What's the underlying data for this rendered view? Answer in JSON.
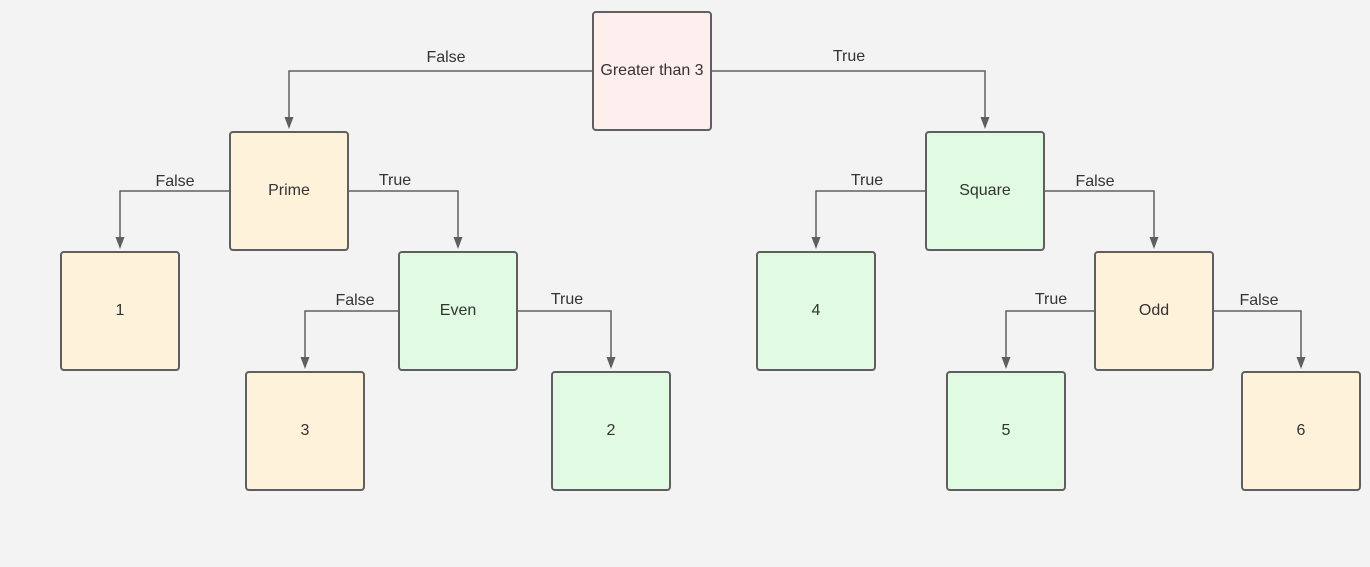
{
  "colors": {
    "pink": "#ffeeee",
    "cream": "#fff2db",
    "green": "#e1fae2",
    "stroke": "#5f5f5f"
  },
  "nodes": {
    "root": {
      "label": "Greater than 3",
      "color": "pink"
    },
    "prime": {
      "label": "Prime",
      "color": "cream"
    },
    "square": {
      "label": "Square",
      "color": "green"
    },
    "one": {
      "label": "1",
      "color": "cream"
    },
    "even": {
      "label": "Even",
      "color": "green"
    },
    "three": {
      "label": "3",
      "color": "cream"
    },
    "two": {
      "label": "2",
      "color": "green"
    },
    "four": {
      "label": "4",
      "color": "green"
    },
    "odd": {
      "label": "Odd",
      "color": "cream"
    },
    "five": {
      "label": "5",
      "color": "green"
    },
    "six": {
      "label": "6",
      "color": "cream"
    }
  },
  "edges": {
    "root_prime": {
      "from": "root",
      "to": "prime",
      "label": "False"
    },
    "root_square": {
      "from": "root",
      "to": "square",
      "label": "True"
    },
    "prime_one": {
      "from": "prime",
      "to": "one",
      "label": "False"
    },
    "prime_even": {
      "from": "prime",
      "to": "even",
      "label": "True"
    },
    "even_three": {
      "from": "even",
      "to": "three",
      "label": "False"
    },
    "even_two": {
      "from": "even",
      "to": "two",
      "label": "True"
    },
    "square_four": {
      "from": "square",
      "to": "four",
      "label": "True"
    },
    "square_odd": {
      "from": "square",
      "to": "odd",
      "label": "False"
    },
    "odd_five": {
      "from": "odd",
      "to": "five",
      "label": "True"
    },
    "odd_six": {
      "from": "odd",
      "to": "six",
      "label": "False"
    }
  }
}
